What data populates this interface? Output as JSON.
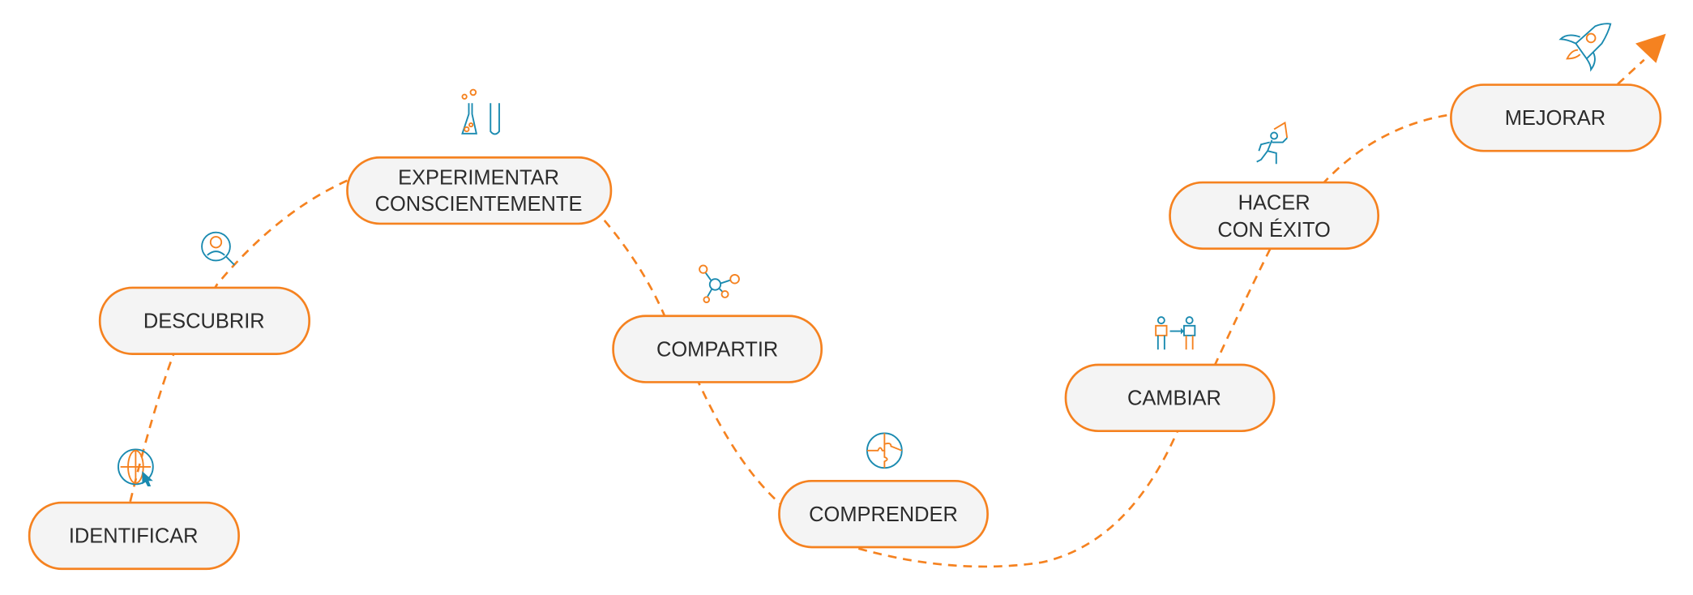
{
  "colors": {
    "accent": "#f58220",
    "icon_blue": "#1a8ab0",
    "box_fill": "#f4f4f4",
    "text": "#2b2b2b"
  },
  "steps": [
    {
      "label_lines": [
        "IDENTIFICAR"
      ],
      "icon": "globe-cursor-icon"
    },
    {
      "label_lines": [
        "DESCUBRIR"
      ],
      "icon": "person-search-icon"
    },
    {
      "label_lines": [
        "EXPERIMENTAR",
        "CONSCIENTEMENTE"
      ],
      "icon": "flask-icon"
    },
    {
      "label_lines": [
        "COMPARTIR"
      ],
      "icon": "network-icon"
    },
    {
      "label_lines": [
        "COMPRENDER"
      ],
      "icon": "puzzle-globe-icon"
    },
    {
      "label_lines": [
        "CAMBIAR"
      ],
      "icon": "people-change-icon"
    },
    {
      "label_lines": [
        "HACER",
        "CON ÉXITO"
      ],
      "icon": "runner-flag-icon"
    },
    {
      "label_lines": [
        "MEJORAR"
      ],
      "icon": "rocket-icon"
    }
  ]
}
